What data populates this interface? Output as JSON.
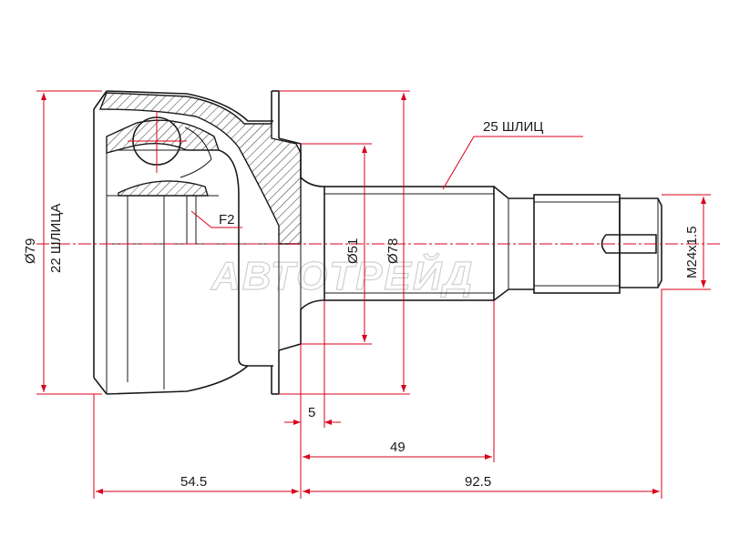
{
  "labels": {
    "outer_diameter": "Ø79",
    "abs_ring_diameter": "Ø78",
    "seal_diameter": "Ø51",
    "inner_splines": "22 ШЛИЦА",
    "outer_splines": "25 ШЛИЦ",
    "thread": "M24x1.5",
    "f2": "F2",
    "dim_5": "5",
    "dim_49": "49",
    "dim_54_5": "54.5",
    "dim_92_5": "92.5"
  },
  "watermark": "АВТОТРЕЙД",
  "colors": {
    "dimension": "#d9001b",
    "outline": "#1a1a1a",
    "watermark_outline": "#d0d0d0"
  }
}
